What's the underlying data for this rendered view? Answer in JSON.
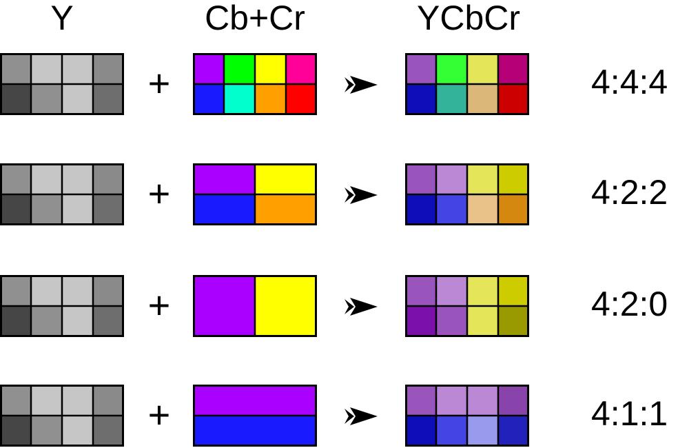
{
  "headers": {
    "y": "Y",
    "cbcr": "Cb+Cr",
    "ycbcr": "YCbCr"
  },
  "plus_symbol": "+",
  "y_colors": [
    "#909090",
    "#c6c6c6",
    "#c6c6c6",
    "#8a8a8a",
    "#464646",
    "#909090",
    "#c6c6c6",
    "#6e6e6e"
  ],
  "rows": [
    {
      "ratio": "4:4:4",
      "chroma_colors": [
        "#aa00ff",
        "#00ff00",
        "#ffff00",
        "#ff0099",
        "#1a1aff",
        "#00ffcc",
        "#ff9f00",
        "#ff0000"
      ],
      "result_colors": [
        "#9955bb",
        "#33ff33",
        "#e5e55a",
        "#b50077",
        "#0e0eb8",
        "#33b399",
        "#dbb87a",
        "#cc0000"
      ]
    },
    {
      "ratio": "4:2:2",
      "chroma_colors": [
        "#aa00ff",
        "#ffff00",
        "#1a1aff",
        "#ff9f00"
      ],
      "result_colors": [
        "#9955bb",
        "#bb88d5",
        "#e5e55a",
        "#cccc00",
        "#0e0eb8",
        "#4444e5",
        "#e8c288",
        "#d4880f"
      ]
    },
    {
      "ratio": "4:2:0",
      "chroma_colors": [
        "#aa00ff",
        "#ffff00"
      ],
      "result_colors": [
        "#9955bb",
        "#bb88d5",
        "#e5e55a",
        "#cccc00",
        "#7a11aa",
        "#9955bb",
        "#e5e55a",
        "#999900"
      ]
    },
    {
      "ratio": "4:1:1",
      "chroma_colors": [
        "#aa00ff",
        "#1a1aff"
      ],
      "result_colors": [
        "#9955bb",
        "#bb88d5",
        "#bb88d5",
        "#8844aa",
        "#0e0eb8",
        "#4444e5",
        "#9999ee",
        "#2222bb"
      ]
    }
  ]
}
